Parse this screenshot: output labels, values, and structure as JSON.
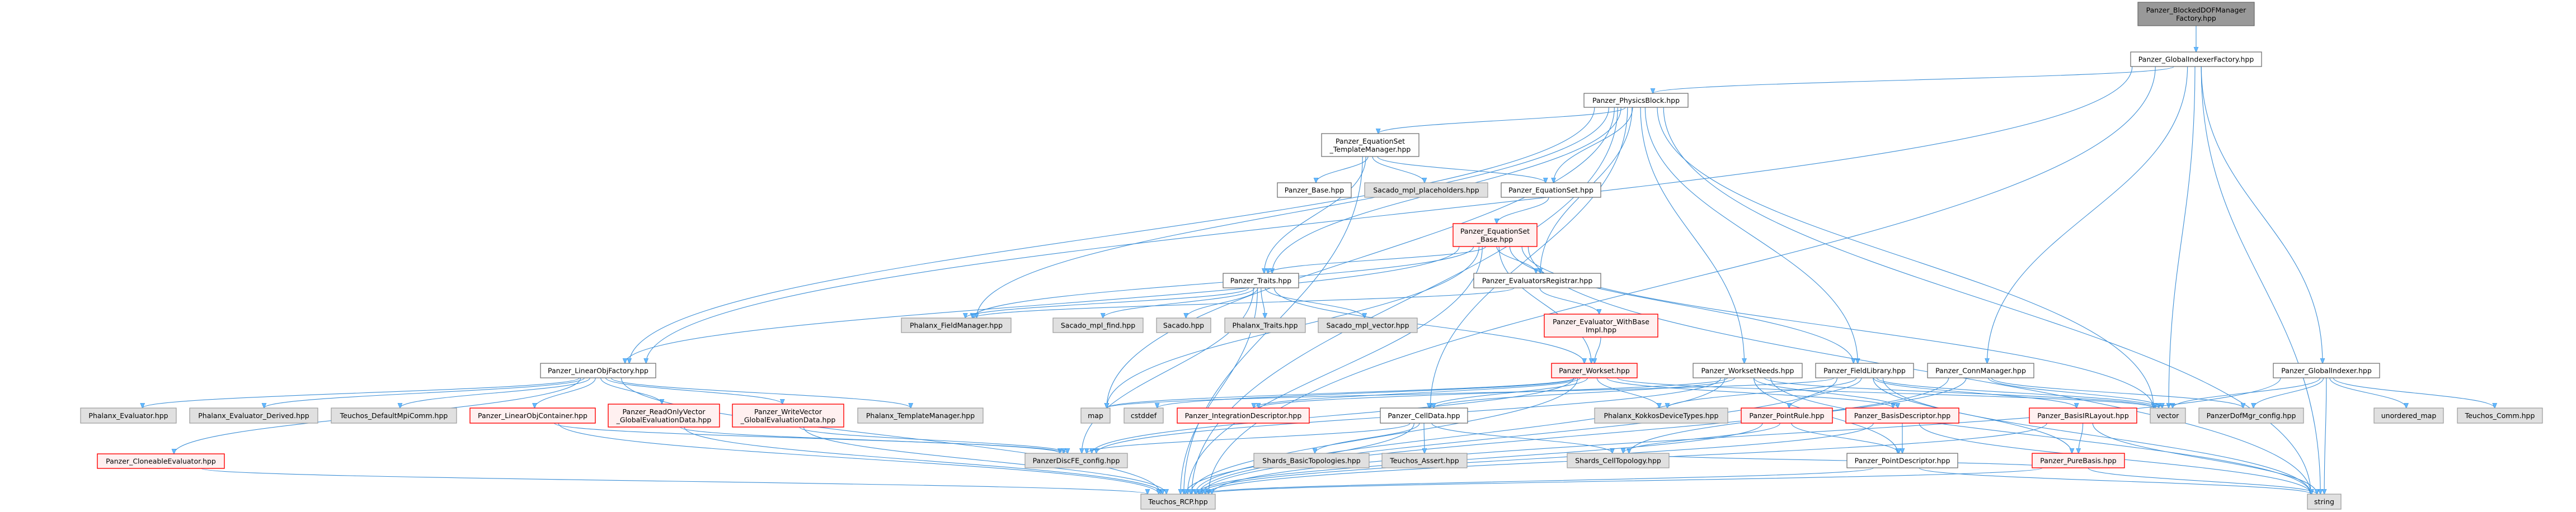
{
  "colors": {
    "edge": "#3d8fd6",
    "arrow": "#63b8ff",
    "root_fill": "#999999",
    "root_stroke": "#666666",
    "normal_fill": "#fefefe",
    "normal_stroke": "#666666",
    "external_fill": "#e0e0e0",
    "external_stroke": "#999999",
    "truncated_fill": "#fff0f0",
    "truncated_stroke": "#ff0000"
  },
  "nodes": [
    {
      "id": "blocked",
      "kind": "root",
      "lines": [
        "Panzer_BlockedDOFManager",
        "Factory.hpp"
      ]
    },
    {
      "id": "gif",
      "kind": "normal",
      "lines": [
        "Panzer_GlobalIndexerFactory.hpp"
      ]
    },
    {
      "id": "physics",
      "kind": "normal",
      "lines": [
        "Panzer_PhysicsBlock.hpp"
      ]
    },
    {
      "id": "tmplmgr",
      "kind": "normal",
      "lines": [
        "Panzer_EquationSet",
        "_TemplateManager.hpp"
      ]
    },
    {
      "id": "base",
      "kind": "normal",
      "lines": [
        "Panzer_Base.hpp"
      ]
    },
    {
      "id": "placeholders",
      "kind": "external",
      "lines": [
        "Sacado_mpl_placeholders.hpp"
      ]
    },
    {
      "id": "eqset",
      "kind": "normal",
      "lines": [
        "Panzer_EquationSet.hpp"
      ]
    },
    {
      "id": "eqsetbase",
      "kind": "truncated",
      "lines": [
        "Panzer_EquationSet",
        "_Base.hpp"
      ]
    },
    {
      "id": "traits",
      "kind": "normal",
      "lines": [
        "Panzer_Traits.hpp"
      ]
    },
    {
      "id": "evalreg",
      "kind": "normal",
      "lines": [
        "Panzer_EvaluatorsRegistrar.hpp"
      ]
    },
    {
      "id": "withbase",
      "kind": "truncated",
      "lines": [
        "Panzer_Evaluator_WithBase",
        "Impl.hpp"
      ]
    },
    {
      "id": "fieldmgr",
      "kind": "external",
      "lines": [
        "Phalanx_FieldManager.hpp"
      ]
    },
    {
      "id": "mplfind",
      "kind": "external",
      "lines": [
        "Sacado_mpl_find.hpp"
      ]
    },
    {
      "id": "sacado",
      "kind": "external",
      "lines": [
        "Sacado.hpp"
      ]
    },
    {
      "id": "phxtraits",
      "kind": "external",
      "lines": [
        "Phalanx_Traits.hpp"
      ]
    },
    {
      "id": "mplvector",
      "kind": "external",
      "lines": [
        "Sacado_mpl_vector.hpp"
      ]
    },
    {
      "id": "linfactory",
      "kind": "normal",
      "lines": [
        "Panzer_LinearObjFactory.hpp"
      ]
    },
    {
      "id": "workset",
      "kind": "truncated",
      "lines": [
        "Panzer_Workset.hpp"
      ]
    },
    {
      "id": "wsneeds",
      "kind": "normal",
      "lines": [
        "Panzer_WorksetNeeds.hpp"
      ]
    },
    {
      "id": "fieldlib",
      "kind": "normal",
      "lines": [
        "Panzer_FieldLibrary.hpp"
      ]
    },
    {
      "id": "connmgr",
      "kind": "normal",
      "lines": [
        "Panzer_ConnManager.hpp"
      ]
    },
    {
      "id": "globalidx",
      "kind": "normal",
      "lines": [
        "Panzer_GlobalIndexer.hpp"
      ]
    },
    {
      "id": "phxeval",
      "kind": "external",
      "lines": [
        "Phalanx_Evaluator.hpp"
      ]
    },
    {
      "id": "phxevalderived",
      "kind": "external",
      "lines": [
        "Phalanx_Evaluator_Derived.hpp"
      ]
    },
    {
      "id": "mpicomm",
      "kind": "external",
      "lines": [
        "Teuchos_DefaultMpiComm.hpp"
      ]
    },
    {
      "id": "linobjcont",
      "kind": "truncated",
      "lines": [
        "Panzer_LinearObjContainer.hpp"
      ]
    },
    {
      "id": "readonly",
      "kind": "truncated",
      "lines": [
        "Panzer_ReadOnlyVector",
        "_GlobalEvaluationData.hpp"
      ]
    },
    {
      "id": "writevec",
      "kind": "truncated",
      "lines": [
        "Panzer_WriteVector",
        "_GlobalEvaluationData.hpp"
      ]
    },
    {
      "id": "phxtmpl",
      "kind": "external",
      "lines": [
        "Phalanx_TemplateManager.hpp"
      ]
    },
    {
      "id": "map",
      "kind": "external",
      "lines": [
        "map"
      ]
    },
    {
      "id": "cstddef",
      "kind": "external",
      "lines": [
        "cstddef"
      ]
    },
    {
      "id": "intdesc",
      "kind": "truncated",
      "lines": [
        "Panzer_IntegrationDescriptor.hpp"
      ]
    },
    {
      "id": "celldata",
      "kind": "normal",
      "lines": [
        "Panzer_CellData.hpp"
      ]
    },
    {
      "id": "kokkos",
      "kind": "external",
      "lines": [
        "Phalanx_KokkosDeviceTypes.hpp"
      ]
    },
    {
      "id": "pointrule",
      "kind": "truncated",
      "lines": [
        "Panzer_PointRule.hpp"
      ]
    },
    {
      "id": "basisdesc",
      "kind": "truncated",
      "lines": [
        "Panzer_BasisDescriptor.hpp"
      ]
    },
    {
      "id": "basisir",
      "kind": "truncated",
      "lines": [
        "Panzer_BasisIRLayout.hpp"
      ]
    },
    {
      "id": "vector",
      "kind": "external",
      "lines": [
        "vector"
      ]
    },
    {
      "id": "dofmgr",
      "kind": "external",
      "lines": [
        "PanzerDofMgr_config.hpp"
      ]
    },
    {
      "id": "unordered",
      "kind": "external",
      "lines": [
        "unordered_map"
      ]
    },
    {
      "id": "comm",
      "kind": "external",
      "lines": [
        "Teuchos_Comm.hpp"
      ]
    },
    {
      "id": "cloneable",
      "kind": "truncated",
      "lines": [
        "Panzer_CloneableEvaluator.hpp"
      ]
    },
    {
      "id": "discfe",
      "kind": "external",
      "lines": [
        "PanzerDiscFE_config.hpp"
      ]
    },
    {
      "id": "basictopo",
      "kind": "external",
      "lines": [
        "Shards_BasicTopologies.hpp"
      ]
    },
    {
      "id": "assert",
      "kind": "external",
      "lines": [
        "Teuchos_Assert.hpp"
      ]
    },
    {
      "id": "celltopo",
      "kind": "external",
      "lines": [
        "Shards_CellTopology.hpp"
      ]
    },
    {
      "id": "pointdesc",
      "kind": "normal",
      "lines": [
        "Panzer_PointDescriptor.hpp"
      ]
    },
    {
      "id": "purebasis",
      "kind": "truncated",
      "lines": [
        "Panzer_PureBasis.hpp"
      ]
    },
    {
      "id": "rcp",
      "kind": "external",
      "lines": [
        "Teuchos_RCP.hpp"
      ]
    },
    {
      "id": "string",
      "kind": "external",
      "lines": [
        "string"
      ]
    }
  ],
  "edges": [
    [
      "blocked",
      "gif"
    ],
    [
      "gif",
      "physics"
    ],
    [
      "gif",
      "rcp"
    ],
    [
      "gif",
      "globalidx"
    ],
    [
      "gif",
      "vector"
    ],
    [
      "gif",
      "connmgr"
    ],
    [
      "gif",
      "string"
    ],
    [
      "gif",
      "linfactory"
    ],
    [
      "physics",
      "tmplmgr"
    ],
    [
      "physics",
      "eqset"
    ],
    [
      "physics",
      "evalreg"
    ],
    [
      "physics",
      "traits"
    ],
    [
      "physics",
      "fieldmgr"
    ],
    [
      "physics",
      "linfactory"
    ],
    [
      "physics",
      "wsneeds"
    ],
    [
      "physics",
      "fieldlib"
    ],
    [
      "physics",
      "celldata"
    ],
    [
      "physics",
      "vector"
    ],
    [
      "physics",
      "string"
    ],
    [
      "physics",
      "map"
    ],
    [
      "physics",
      "rcp"
    ],
    [
      "tmplmgr",
      "base"
    ],
    [
      "tmplmgr",
      "placeholders"
    ],
    [
      "tmplmgr",
      "eqset"
    ],
    [
      "tmplmgr",
      "traits"
    ],
    [
      "tmplmgr",
      "rcp"
    ],
    [
      "eqset",
      "eqsetbase"
    ],
    [
      "eqsetbase",
      "evalreg"
    ],
    [
      "eqsetbase",
      "traits"
    ],
    [
      "eqsetbase",
      "fieldmgr"
    ],
    [
      "eqsetbase",
      "linfactory"
    ],
    [
      "eqsetbase",
      "fieldlib"
    ],
    [
      "eqsetbase",
      "workset"
    ],
    [
      "eqsetbase",
      "vector"
    ],
    [
      "eqsetbase",
      "string"
    ],
    [
      "eqsetbase",
      "rcp"
    ],
    [
      "eqsetbase",
      "map"
    ],
    [
      "evalreg",
      "withbase"
    ],
    [
      "evalreg",
      "fieldmgr"
    ],
    [
      "withbase",
      "workset"
    ],
    [
      "traits",
      "fieldmgr"
    ],
    [
      "traits",
      "mplfind"
    ],
    [
      "traits",
      "sacado"
    ],
    [
      "traits",
      "phxtraits"
    ],
    [
      "traits",
      "mplvector"
    ],
    [
      "traits",
      "discfe"
    ],
    [
      "traits",
      "workset"
    ],
    [
      "traits",
      "rcp"
    ],
    [
      "linfactory",
      "cloneable"
    ],
    [
      "linfactory",
      "phxeval"
    ],
    [
      "linfactory",
      "phxevalderived"
    ],
    [
      "linfactory",
      "mpicomm"
    ],
    [
      "linfactory",
      "linobjcont"
    ],
    [
      "linfactory",
      "readonly"
    ],
    [
      "linfactory",
      "writevec"
    ],
    [
      "linfactory",
      "phxtmpl"
    ],
    [
      "linfactory",
      "rcp"
    ],
    [
      "linobjcont",
      "discfe"
    ],
    [
      "linobjcont",
      "rcp"
    ],
    [
      "readonly",
      "discfe"
    ],
    [
      "readonly",
      "rcp"
    ],
    [
      "writevec",
      "discfe"
    ],
    [
      "writevec",
      "rcp"
    ],
    [
      "cloneable",
      "rcp"
    ],
    [
      "workset",
      "celldata"
    ],
    [
      "workset",
      "kokkos"
    ],
    [
      "workset",
      "basisdesc"
    ],
    [
      "workset",
      "discfe"
    ],
    [
      "workset",
      "rcp"
    ],
    [
      "workset",
      "map"
    ],
    [
      "workset",
      "cstddef"
    ],
    [
      "workset",
      "intdesc"
    ],
    [
      "workset",
      "vector"
    ],
    [
      "wsneeds",
      "celldata"
    ],
    [
      "wsneeds",
      "intdesc"
    ],
    [
      "wsneeds",
      "basisdesc"
    ],
    [
      "wsneeds",
      "pointdesc"
    ],
    [
      "wsneeds",
      "discfe"
    ],
    [
      "wsneeds",
      "rcp"
    ],
    [
      "wsneeds",
      "vector"
    ],
    [
      "wsneeds",
      "string"
    ],
    [
      "fieldlib",
      "pointrule"
    ],
    [
      "fieldlib",
      "basisir"
    ],
    [
      "fieldlib",
      "purebasis"
    ],
    [
      "fieldlib",
      "rcp"
    ],
    [
      "fieldlib",
      "string"
    ],
    [
      "fieldlib",
      "vector"
    ],
    [
      "fieldlib",
      "kokkos"
    ],
    [
      "fieldlib",
      "map"
    ],
    [
      "connmgr",
      "vector"
    ],
    [
      "connmgr",
      "rcp"
    ],
    [
      "connmgr",
      "celltopo"
    ],
    [
      "connmgr",
      "dofmgr"
    ],
    [
      "celldata",
      "basictopo"
    ],
    [
      "celldata",
      "assert"
    ],
    [
      "celldata",
      "celltopo"
    ],
    [
      "celldata",
      "discfe"
    ],
    [
      "celldata",
      "rcp"
    ],
    [
      "pointrule",
      "celltopo"
    ],
    [
      "pointrule",
      "pointdesc"
    ],
    [
      "pointrule",
      "rcp"
    ],
    [
      "basisdesc",
      "pointdesc"
    ],
    [
      "basisdesc",
      "rcp"
    ],
    [
      "basisdesc",
      "string"
    ],
    [
      "pointdesc",
      "rcp"
    ],
    [
      "pointdesc",
      "string"
    ],
    [
      "basisir",
      "purebasis"
    ],
    [
      "basisir",
      "string"
    ],
    [
      "basisir",
      "rcp"
    ],
    [
      "purebasis",
      "string"
    ],
    [
      "purebasis",
      "rcp"
    ],
    [
      "purebasis",
      "celltopo"
    ],
    [
      "globalidx",
      "vector"
    ],
    [
      "globalidx",
      "dofmgr"
    ],
    [
      "globalidx",
      "unordered"
    ],
    [
      "globalidx",
      "comm"
    ],
    [
      "globalidx",
      "string"
    ],
    [
      "globalidx",
      "rcp"
    ]
  ]
}
